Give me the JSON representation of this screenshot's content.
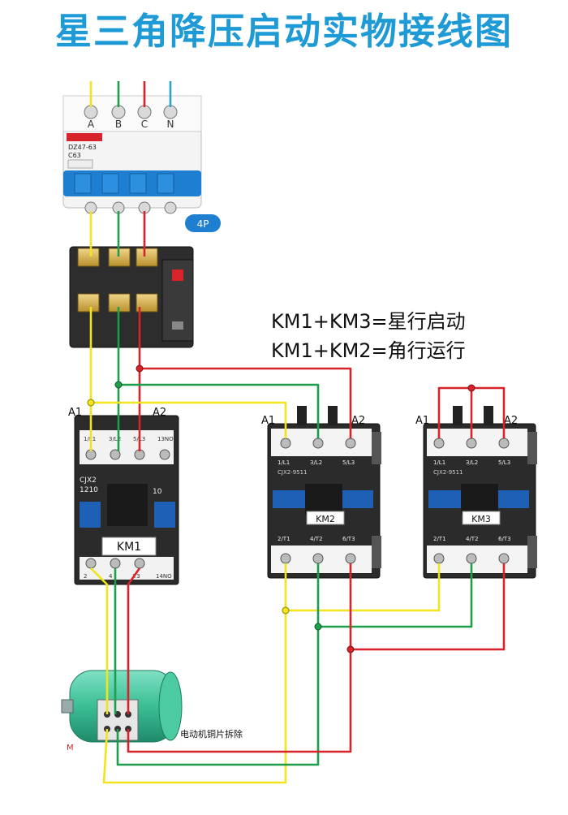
{
  "title": "星三角降压启动实物接线图",
  "colors": {
    "title": "#1e9ad6",
    "phase_a": "#f2e41a",
    "phase_b": "#1d9e4a",
    "phase_c": "#d8232a",
    "neutral": "#2aa4c8",
    "breaker_blue": "#1e7fd0",
    "contactor_dark": "#2b2b2b"
  },
  "notes": {
    "star_line": "KM1+KM3=星行启动",
    "delta_line": "KM1+KM2=角行运行"
  },
  "breaker": {
    "terminals": [
      "A",
      "B",
      "C",
      "N"
    ],
    "model": "DZ47-63",
    "rating": "C63",
    "poles_badge": "4P"
  },
  "contactors": {
    "km1": {
      "name": "KM1",
      "model": "CJX2",
      "code": "1210",
      "coil_a1": "A1",
      "coil_a2": "A2",
      "top_terminals": [
        "1/L1",
        "3/L2",
        "5/L3",
        "13NO"
      ],
      "bottom_terminals": [
        "2",
        "4",
        "T3",
        "14NO"
      ],
      "aux_mark": "10"
    },
    "km2": {
      "name": "KM2",
      "model": "CJX2-9511",
      "coil_a1": "A1",
      "coil_a2": "A2",
      "top_terminals": [
        "1/L1",
        "3/L2",
        "5/L3"
      ],
      "bottom_terminals": [
        "2/T1",
        "4/T2",
        "6/T3"
      ]
    },
    "km3": {
      "name": "KM3",
      "model": "CJX2-9511",
      "coil_a1": "A1",
      "coil_a2": "A2",
      "top_terminals": [
        "1/L1",
        "3/L2",
        "5/L3"
      ],
      "bottom_terminals": [
        "2/T1",
        "4/T2",
        "6/T3"
      ]
    }
  },
  "motor": {
    "label": "M",
    "note": "电动机铜片拆除"
  }
}
